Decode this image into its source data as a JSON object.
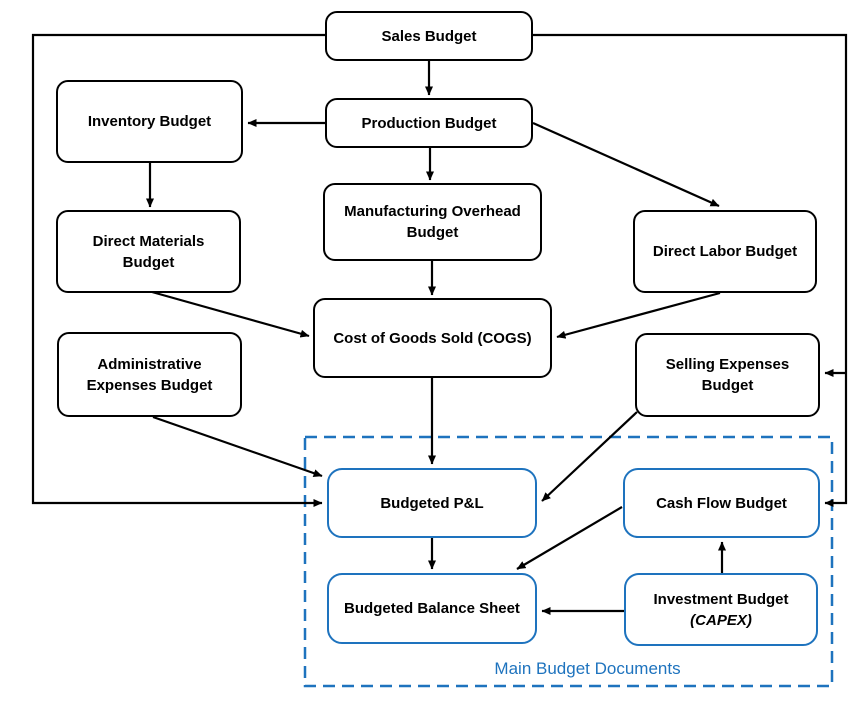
{
  "diagram": {
    "nodes": {
      "sales": {
        "line1": "Sales Budget"
      },
      "inventory": {
        "line1": "Inventory Budget"
      },
      "production": {
        "line1": "Production Budget"
      },
      "mfg_overhead": {
        "line1": "Manufacturing Overhead",
        "line2": "Budget"
      },
      "direct_labor": {
        "line1": "Direct Labor Budget"
      },
      "direct_materials": {
        "line1": "Direct Materials",
        "line2": "Budget"
      },
      "cogs": {
        "line1": "Cost of Goods Sold (COGS)"
      },
      "admin": {
        "line1": "Administrative",
        "line2": "Expenses Budget"
      },
      "selling": {
        "line1": "Selling Expenses",
        "line2": "Budget"
      },
      "budgeted_pl": {
        "line1": "Budgeted P&L"
      },
      "cash_flow": {
        "line1": "Cash Flow Budget"
      },
      "balance_sheet": {
        "line1": "Budgeted Balance Sheet"
      },
      "investment": {
        "line1": "Investment Budget",
        "line2": "(CAPEX)"
      }
    },
    "group_label": "Main Budget Documents",
    "colors": {
      "box_border": "#000000",
      "text": "#000000",
      "accent_blue": "#1E73BE",
      "background": "#ffffff"
    },
    "edges": [
      {
        "from": "sales",
        "to": "production"
      },
      {
        "from": "production",
        "to": "inventory"
      },
      {
        "from": "production",
        "to": "mfg_overhead"
      },
      {
        "from": "production",
        "to": "direct_labor"
      },
      {
        "from": "inventory",
        "to": "direct_materials"
      },
      {
        "from": "mfg_overhead",
        "to": "cogs"
      },
      {
        "from": "direct_materials",
        "to": "cogs"
      },
      {
        "from": "direct_labor",
        "to": "cogs"
      },
      {
        "from": "cogs",
        "to": "budgeted_pl"
      },
      {
        "from": "admin",
        "to": "budgeted_pl"
      },
      {
        "from": "selling",
        "to": "budgeted_pl"
      },
      {
        "from": "sales",
        "to": "budgeted_pl"
      },
      {
        "from": "sales",
        "to": "selling"
      },
      {
        "from": "sales",
        "to": "cash_flow"
      },
      {
        "from": "budgeted_pl",
        "to": "balance_sheet"
      },
      {
        "from": "cash_flow",
        "to": "balance_sheet"
      },
      {
        "from": "investment",
        "to": "cash_flow"
      },
      {
        "from": "investment",
        "to": "balance_sheet"
      }
    ]
  }
}
